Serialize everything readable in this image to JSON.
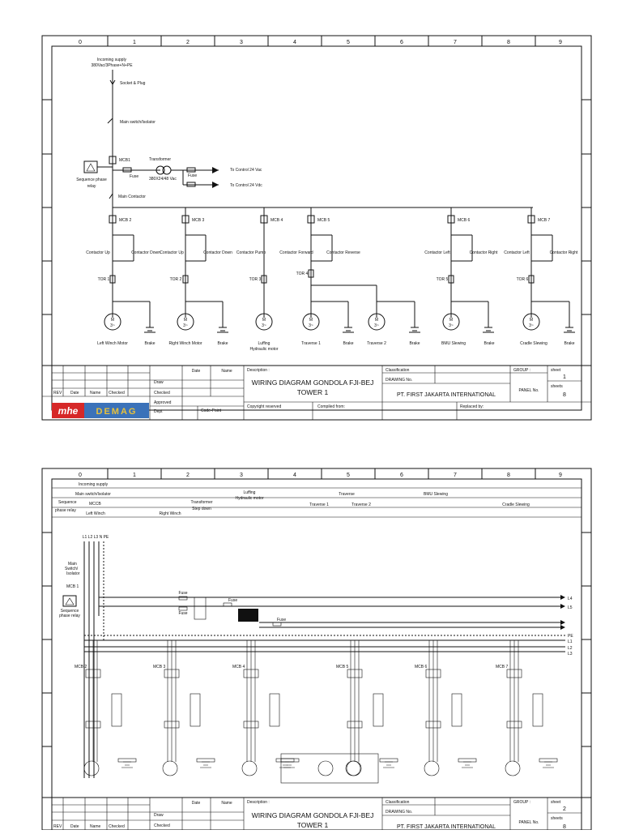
{
  "sheet1": {
    "columns": [
      "0",
      "1",
      "2",
      "3",
      "4",
      "5",
      "6",
      "7",
      "8",
      "9"
    ],
    "incoming": "Incoming supply",
    "incoming_spec": "380Vac/3Phase+N+PE",
    "socket": "Socket & Plug",
    "main_switch": "Main switch/Isolator",
    "mcb1": "MCB1",
    "transformer": "Transformer",
    "fuse": "Fuse",
    "fuse2": "Fuse",
    "transformer_spec": "380X24/48 Vac",
    "ctrl_vac": "To Control 24 Vac",
    "ctrl_vdc": "To Control 24 Vdc",
    "seq_relay": "Sequence phase relay",
    "main_contactor": "Main Contactor",
    "mcbs": [
      "MCB 2",
      "MCB 3",
      "MCB 4",
      "MCB 5",
      "MCB 6",
      "MCB 7"
    ],
    "contactors": [
      {
        "a": "Contactor Up",
        "b": "Contactor Down"
      },
      {
        "a": "Contactor Up",
        "b": "Contactor Down"
      },
      {
        "a": "Contactor Pump",
        "b": ""
      },
      {
        "a": "Contactor Forward",
        "b": "Contactor Reverse"
      },
      {
        "a": "Contactor Left",
        "b": "Contactor Right"
      },
      {
        "a": "Contactor Left",
        "b": "Contactor Right"
      }
    ],
    "tors": [
      "TOR 1",
      "TOR 2",
      "TOR 3",
      "TOR 4",
      "TOR 5",
      "TOR 6"
    ],
    "motor_symbol": "M",
    "motor_phase": "3~",
    "loads": [
      "Left Winch Motor",
      "Brake",
      "Right Winch Motor",
      "Brake",
      "Luffing Hydraulic motor",
      "Traverse 1",
      "Brake",
      "Traverse 2",
      "Brake",
      "BMU Slewing",
      "Brake",
      "Cradle Slewing",
      "Brake"
    ]
  },
  "titleblock": {
    "date": "Date",
    "name": "Name",
    "draw": "Draw",
    "checked": "Checked",
    "approved": "Approved",
    "dept": "Dept",
    "code": "Code-Point",
    "rev": "REV",
    "rev_date": "Date",
    "rev_name": "Name",
    "rev_checked": "Checked",
    "description_label": "Description :",
    "description": "WIRING DIAGRAM GONDOLA FJI-BEJ TOWER 1",
    "copyright": "Copyright reserved",
    "compiled": "Compiled from:",
    "classification": "Classification",
    "drawing_no": "DRAWING No.",
    "company": "PT. FIRST JAKARTA INTERNATIONAL",
    "replaced": "Replaced by:",
    "group": "GROUP :",
    "sheet_label": "sheet",
    "sheets_label": "sheets",
    "panel": "PANEL No.",
    "sheet1_no": "1",
    "sheet2_no": "2",
    "sheets_total": "8",
    "logo_mhe": "mhe",
    "logo_demag": "DEMAG"
  },
  "sheet2": {
    "header_rows": [
      [
        "Incoming supply"
      ],
      [
        "Main switch/Isolator",
        "Luffing Hydraulic motor",
        "Traverse",
        "BMU Slewing"
      ],
      [
        "Sequence phase relay",
        "MCCB",
        "Transformer Step down",
        "Traverse 1",
        "Traverse 2",
        "Cradle Slewing"
      ],
      [
        "Left Winch",
        "Right Winch"
      ]
    ],
    "supply": "L1 L2 L3 N PE",
    "main_isolator": "Main Switch/ Isolator",
    "mcb1": "MCB 1",
    "seq_relay": "Sequence phase relay",
    "fuse": "Fuse",
    "bus_right": [
      "L4",
      "L5",
      "PE",
      "L1",
      "L2",
      "L3"
    ],
    "mcb_labels": [
      "MCB 2",
      "MCB 3",
      "MCB 4",
      "MCB 5",
      "MCB 6",
      "MCB 7"
    ]
  }
}
